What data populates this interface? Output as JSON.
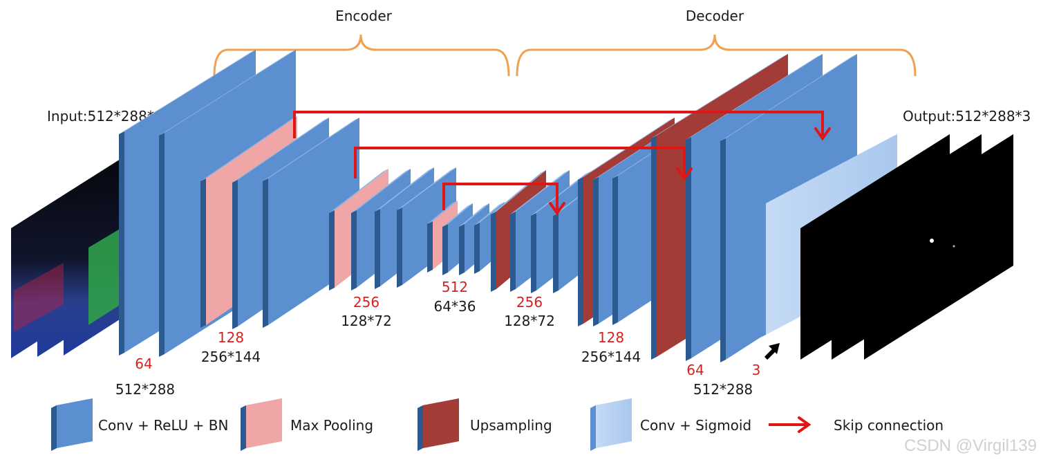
{
  "sections": {
    "encoder": "Encoder",
    "decoder": "Decoder"
  },
  "io": {
    "input": "Input:512*288*9",
    "output": "Output:512*288*3"
  },
  "labels": {
    "enc_64": "64",
    "enc_512x288": "512*288",
    "enc_128": "128",
    "enc_256x144": "256*144",
    "enc_256": "256",
    "enc_128x72": "128*72",
    "mid_512": "512",
    "mid_64x36": "64*36",
    "dec_256": "256",
    "dec_128x72": "128*72",
    "dec_128": "128",
    "dec_256x144": "256*144",
    "dec_64": "64",
    "dec_512x288": "512*288",
    "dec_3": "3"
  },
  "legend": {
    "conv_relu_bn": "Conv + ReLU + BN",
    "max_pooling": "Max Pooling",
    "upsampling": "Upsampling",
    "conv_sigmoid": "Conv + Sigmoid",
    "skip": "Skip connection"
  },
  "colors": {
    "conv": "#5b8fd0",
    "conv_edge": "#2d5a8e",
    "pool": "#f0a6a6",
    "upsample": "#a33b36",
    "sigmoid": "#a9c7ee",
    "skip": "#e01616",
    "brace": "#f0a050"
  },
  "watermark": "CSDN @Virgil139"
}
